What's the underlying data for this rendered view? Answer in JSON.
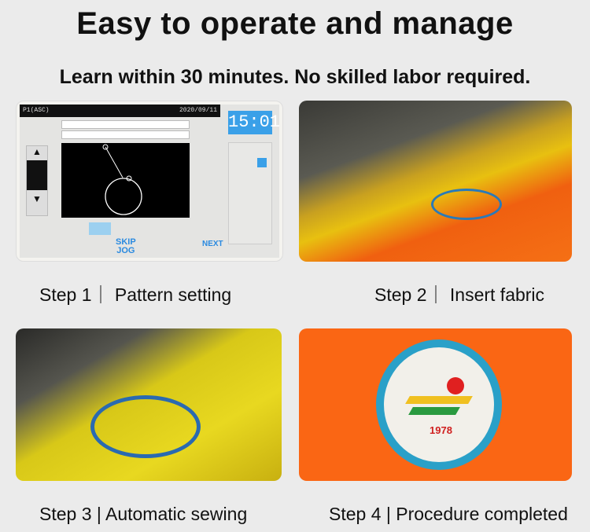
{
  "title": "Easy to operate and manage",
  "subtitle": "Learn within 30 minutes. No skilled labor required.",
  "steps": [
    {
      "label": "Step 1｜ Pattern setting"
    },
    {
      "label": "Step 2｜ Insert fabric"
    },
    {
      "label": "Step 3 | Automatic sewing"
    },
    {
      "label": "Step 4 | Procedure completed"
    }
  ],
  "screen": {
    "clock": "15:01",
    "skip_line1": "SKIP",
    "skip_line2": "JOG",
    "next": "NEXT",
    "status": "P1(ASC)",
    "date": "2020/09/11"
  },
  "patch": {
    "year": "1978"
  },
  "colors": {
    "background": "#ebebeb",
    "orange": "#fa6614",
    "screen_blue": "#3aa0e8"
  }
}
